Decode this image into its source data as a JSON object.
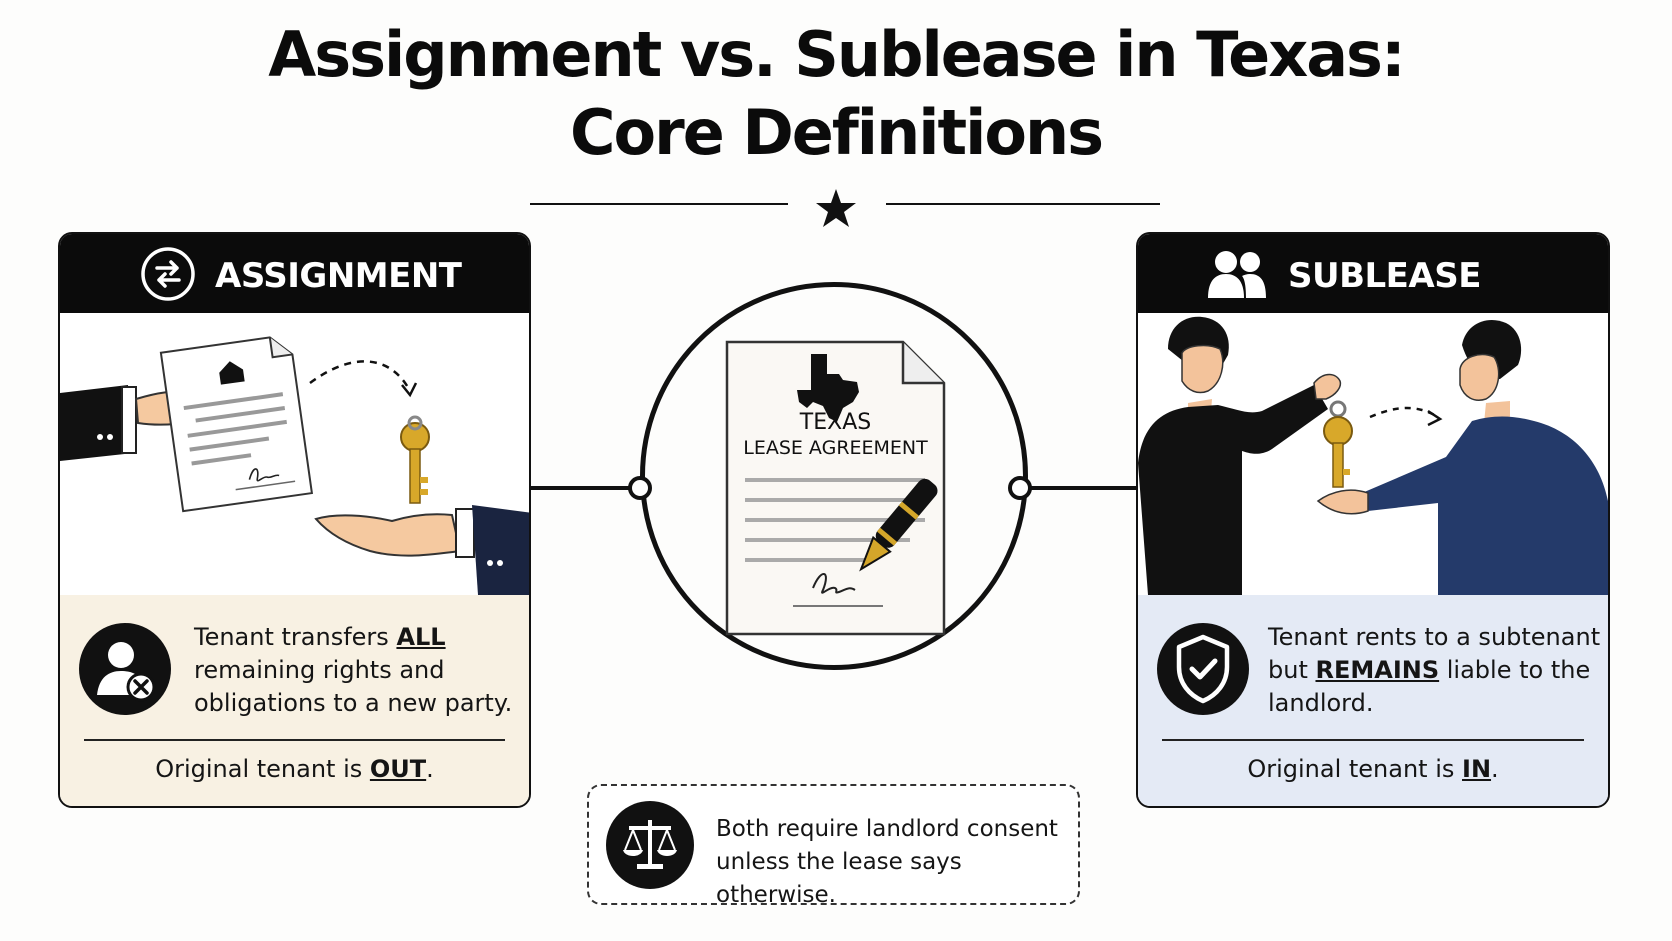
{
  "title": {
    "line1": "Assignment vs. Sublease in Texas:",
    "line2": "Core Definitions"
  },
  "assignment": {
    "heading": "ASSIGNMENT",
    "icon": "swap-arrows-icon",
    "desc_before": "Tenant transfers ",
    "desc_em": "ALL",
    "desc_line2": "remaining rights and",
    "desc_line3": "obligations to a new party.",
    "status_before": "Original tenant is ",
    "status_em": "OUT",
    "status_after": ".",
    "body_icon": "person-remove-icon",
    "panel_color": "#f8f1e3"
  },
  "center": {
    "doc_title_1": "TEXAS",
    "doc_title_2": "LEASE AGREEMENT",
    "icons": [
      "texas-map-icon",
      "fountain-pen-icon",
      "signature-icon"
    ]
  },
  "sublease": {
    "heading": "SUBLEASE",
    "icon": "two-users-icon",
    "desc_line1": "Tenant rents to a subtenant",
    "desc_before": "but ",
    "desc_em": "REMAINS",
    "desc_after": " liable to the",
    "desc_line3": "landlord.",
    "status_before": "Original tenant is ",
    "status_em": "IN",
    "status_after": ".",
    "body_icon": "shield-check-icon",
    "panel_color": "#e4eaf5"
  },
  "note": {
    "line1": "Both require landlord consent",
    "line2": "unless the lease says otherwise.",
    "icon": "scales-icon"
  },
  "colors": {
    "ink": "#0b0b0b",
    "key_gold": "#d8a82a",
    "navy_shirt": "#243a6a"
  }
}
